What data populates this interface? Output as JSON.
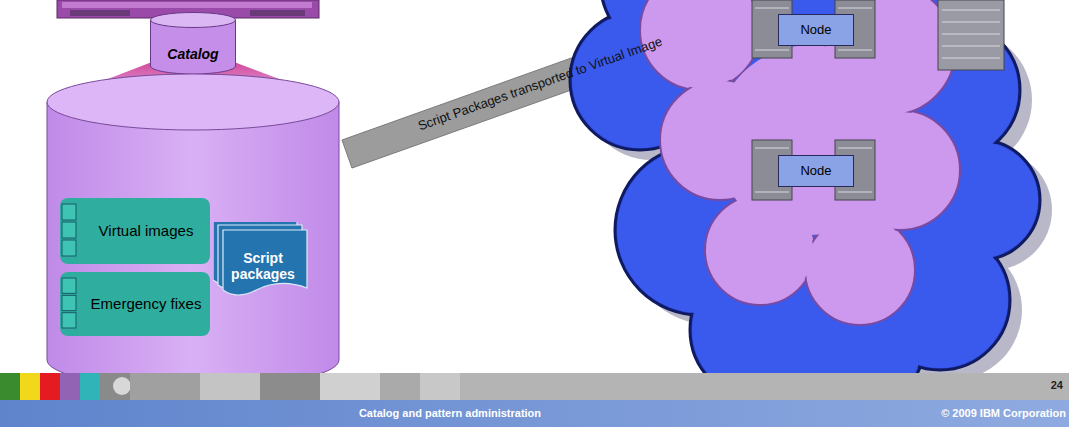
{
  "diagram": {
    "nodes": [
      {
        "text": [
          "Catalog"
        ]
      },
      {
        "text": [
          "Virtual images"
        ]
      },
      {
        "text": [
          "Emergency fixes"
        ]
      },
      {
        "text": [
          "Script packages"
        ]
      },
      {
        "text": [
          "Node"
        ]
      },
      {
        "text": [
          "Node"
        ]
      }
    ],
    "labels": [
      "Script Packages transported to Virtual Image",
      "24",
      "Catalog and pattern administration",
      "© 2009 IBM Corporation"
    ]
  }
}
